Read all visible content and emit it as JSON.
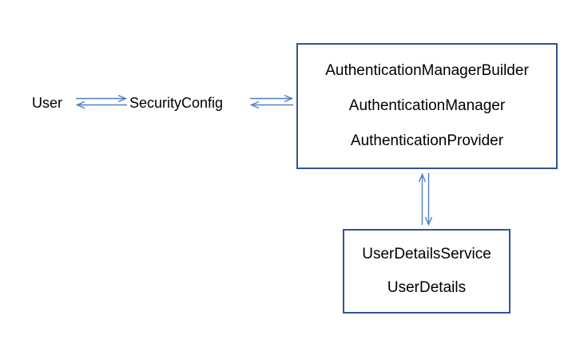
{
  "diagram": {
    "colors": {
      "background": "#ffffff",
      "text": "#000000",
      "box_border": "#2f5694",
      "arrow": "#4f81bd"
    },
    "nodes": {
      "user": {
        "label": "User"
      },
      "security_config": {
        "label": "SecurityConfig"
      },
      "auth_box": {
        "lines": [
          "AuthenticationManagerBuilder",
          "AuthenticationManager",
          "AuthenticationProvider"
        ]
      },
      "user_details_box": {
        "lines": [
          "UserDetailsService",
          "UserDetails"
        ]
      }
    },
    "arrows": [
      {
        "id": "user-securityconfig",
        "type": "bidirectional",
        "orientation": "horizontal"
      },
      {
        "id": "securityconfig-authbox",
        "type": "bidirectional",
        "orientation": "horizontal"
      },
      {
        "id": "authbox-userdetailsbox",
        "type": "bidirectional",
        "orientation": "vertical"
      }
    ]
  }
}
